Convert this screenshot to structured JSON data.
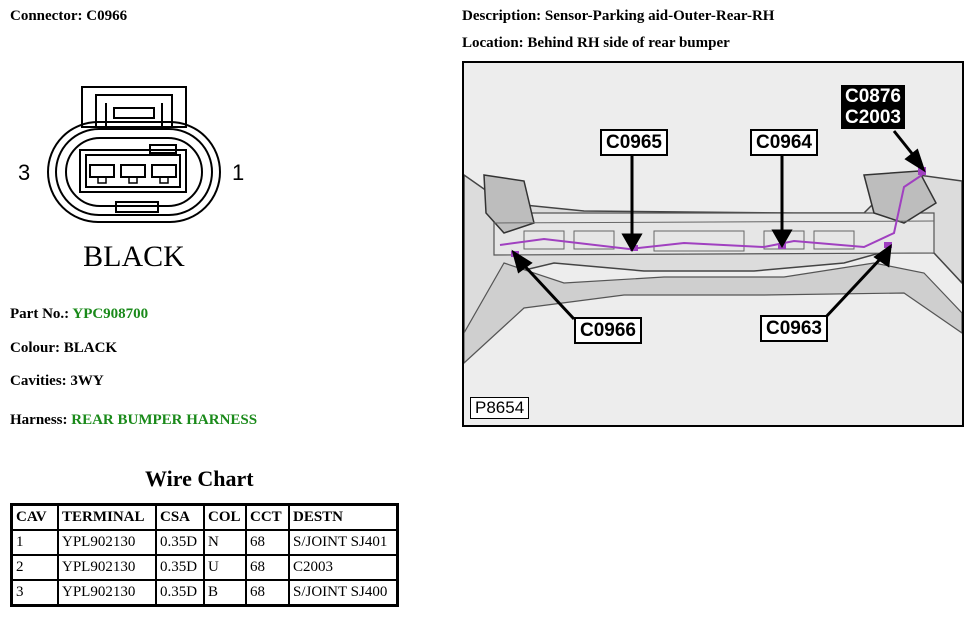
{
  "connector": {
    "label": "Connector:",
    "id": "C0966",
    "pin_left": "3",
    "pin_right": "1",
    "color_text": "BLACK"
  },
  "details": {
    "part_label": "Part No.:",
    "part_no": "YPC908700",
    "colour_label": "Colour:",
    "colour": "BLACK",
    "cavities_label": "Cavities:",
    "cavities": "3WY",
    "harness_label": "Harness:",
    "harness": "REAR BUMPER HARNESS"
  },
  "description": {
    "label": "Description:",
    "text": "Sensor-Parking aid-Outer-Rear-RH",
    "location_label": "Location:",
    "location_text": "Behind RH side of rear bumper"
  },
  "diagram": {
    "callouts": {
      "c0876": "C0876",
      "c2003": "C2003",
      "c0965": "C0965",
      "c0964": "C0964",
      "c0966": "C0966",
      "c0963": "C0963"
    },
    "figure_ref": "P8654",
    "colors": {
      "harness": "#a040c0",
      "background": "#ededed"
    }
  },
  "wire_chart": {
    "title": "Wire Chart",
    "headers": {
      "cav": "CAV",
      "terminal": "TERMINAL",
      "csa": "CSA",
      "col": "COL",
      "cct": "CCT",
      "destn": "DESTN"
    },
    "rows": [
      {
        "cav": "1",
        "terminal": "YPL902130",
        "csa": "0.35D",
        "col": "N",
        "cct": "68",
        "destn": "S/JOINT SJ401"
      },
      {
        "cav": "2",
        "terminal": "YPL902130",
        "csa": "0.35D",
        "col": "U",
        "cct": "68",
        "destn": "C2003"
      },
      {
        "cav": "3",
        "terminal": "YPL902130",
        "csa": "0.35D",
        "col": "B",
        "cct": "68",
        "destn": "S/JOINT SJ400"
      }
    ]
  },
  "colors": {
    "link_green": "#1a8a1a"
  }
}
